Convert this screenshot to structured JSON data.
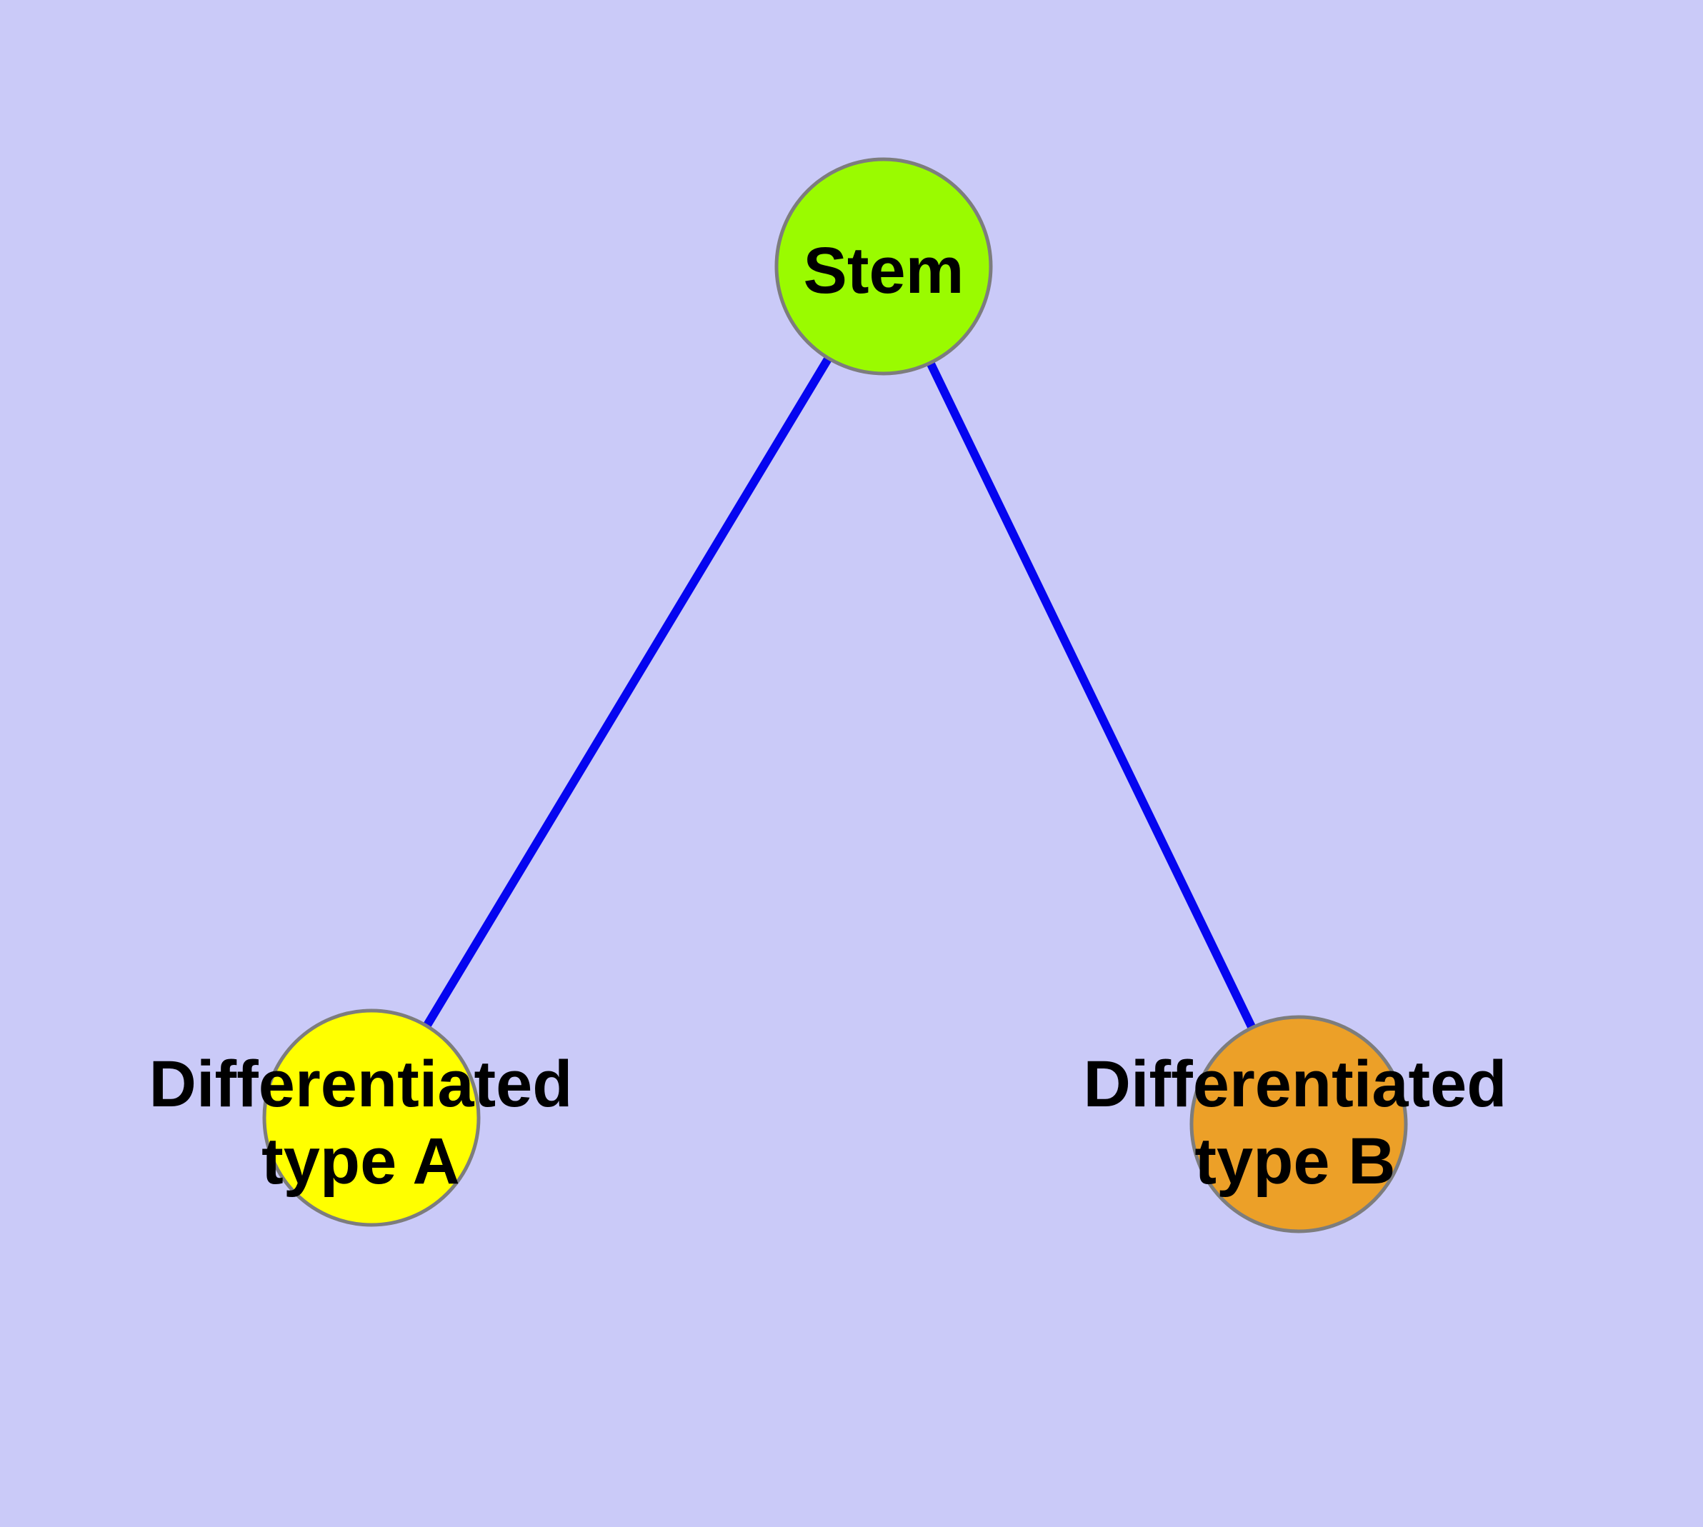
{
  "diagram": {
    "background_color": "#CACAF8",
    "edge_color": "#0505F0",
    "node_border_color": "#7D7D7D",
    "text_color": "#000000",
    "nodes": {
      "stem": {
        "label": "Stem",
        "fill": "#9AFB00"
      },
      "type_a": {
        "label_line1": "Differentiated",
        "label_line2": "type A",
        "fill": "#FFFF00"
      },
      "type_b": {
        "label_line1": "Differentiated",
        "label_line2": "type B",
        "fill": "#ECA028"
      }
    },
    "edges": [
      {
        "from": "Stem",
        "to": "Differentiated type A"
      },
      {
        "from": "Stem",
        "to": "Differentiated type B"
      }
    ]
  }
}
